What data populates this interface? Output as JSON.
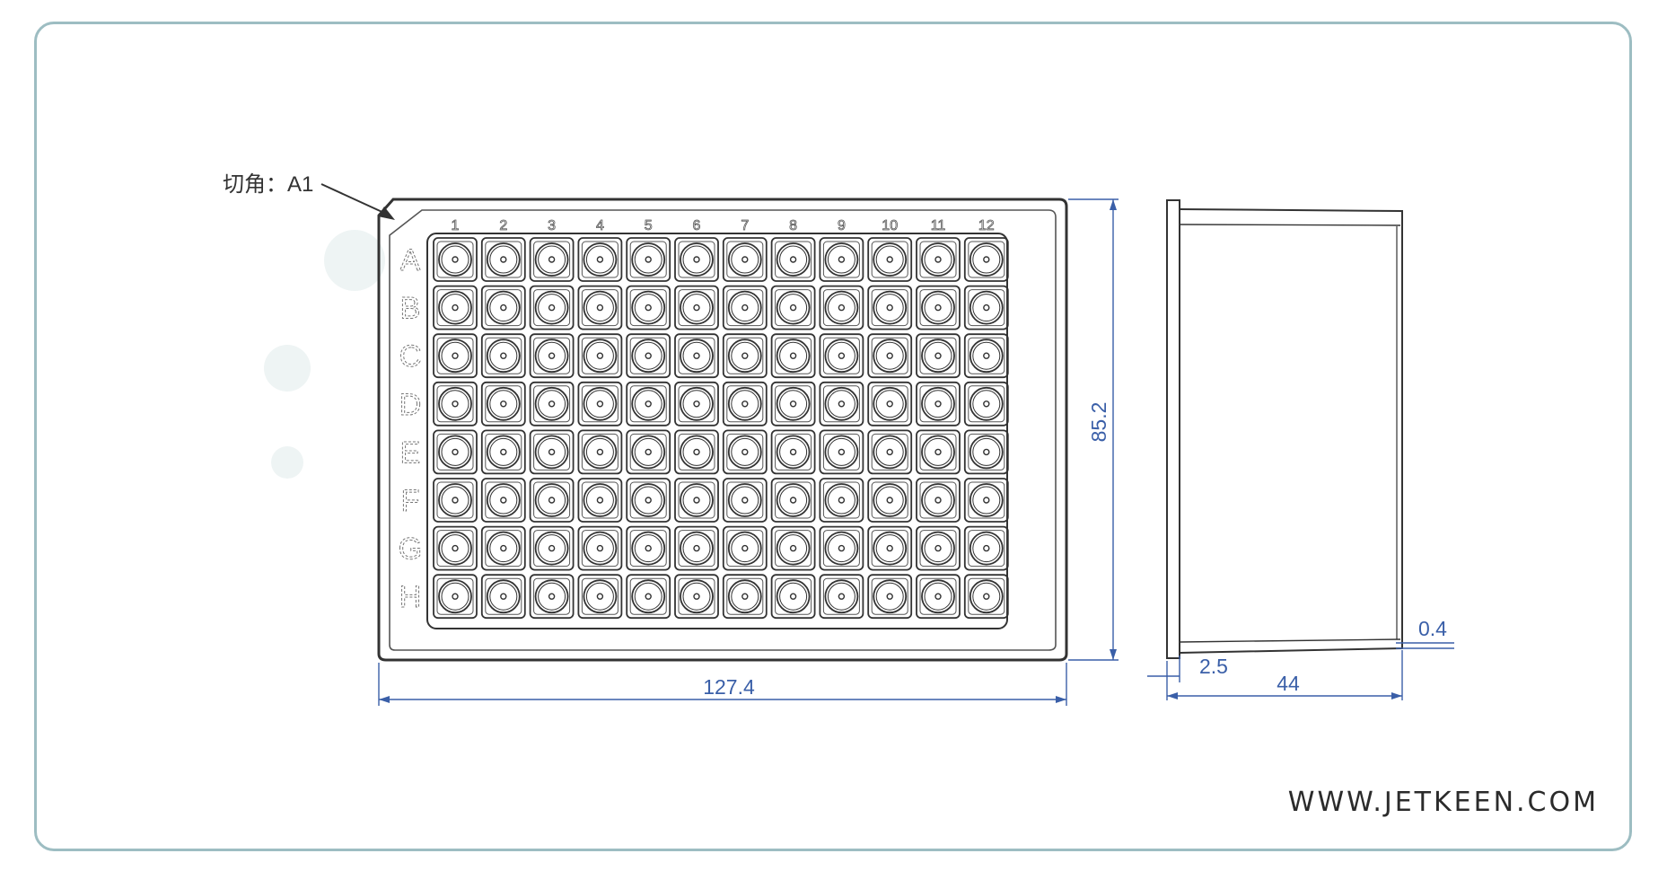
{
  "annotation": {
    "corner_label": "切角：A1"
  },
  "plate": {
    "columns": [
      "1",
      "2",
      "3",
      "4",
      "5",
      "6",
      "7",
      "8",
      "9",
      "10",
      "11",
      "12"
    ],
    "rows": [
      "A",
      "B",
      "C",
      "D",
      "E",
      "F",
      "G",
      "H"
    ]
  },
  "dimensions": {
    "width": "127.4",
    "height": "85.2",
    "side_depth": "44",
    "flange": "2.5",
    "wall": "0.4"
  },
  "footer": {
    "url": "WWW.JETKEEN.COM"
  },
  "colors": {
    "frame": "#9dbdc2",
    "dimension": "#3a5fa8",
    "line": "#333333",
    "watermark": "#eef4f4"
  }
}
